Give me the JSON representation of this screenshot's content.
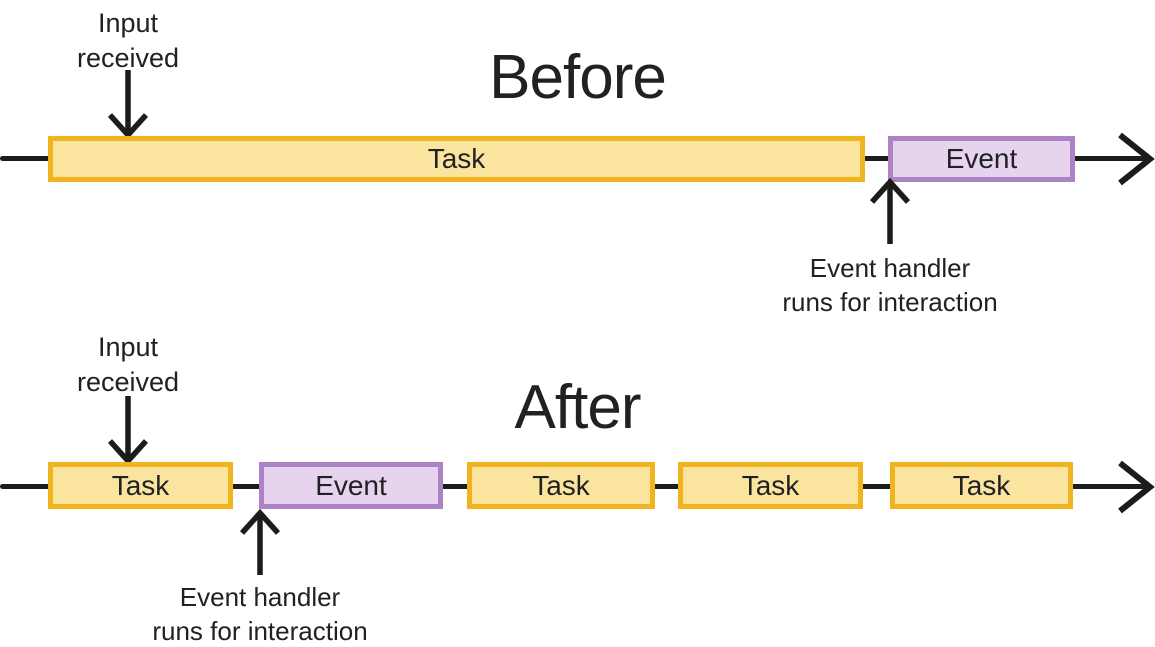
{
  "colors": {
    "task_fill": "#FBE49E",
    "task_border": "#F0B41E",
    "event_fill": "#E6D4EE",
    "event_border": "#AC84C6",
    "line": "#1C1C1C",
    "text": "#202124"
  },
  "before": {
    "title": "Before",
    "input_label": {
      "line1": "Input",
      "line2": "received"
    },
    "handler_label": {
      "line1": "Event handler",
      "line2": "runs for interaction"
    },
    "bars": [
      {
        "label": "Task",
        "type": "task"
      },
      {
        "label": "Event",
        "type": "event"
      }
    ]
  },
  "after": {
    "title": "After",
    "input_label": {
      "line1": "Input",
      "line2": "received"
    },
    "handler_label": {
      "line1": "Event handler",
      "line2": "runs for interaction"
    },
    "bars": [
      {
        "label": "Task",
        "type": "task"
      },
      {
        "label": "Event",
        "type": "event"
      },
      {
        "label": "Task",
        "type": "task"
      },
      {
        "label": "Task",
        "type": "task"
      },
      {
        "label": "Task",
        "type": "task"
      }
    ]
  }
}
